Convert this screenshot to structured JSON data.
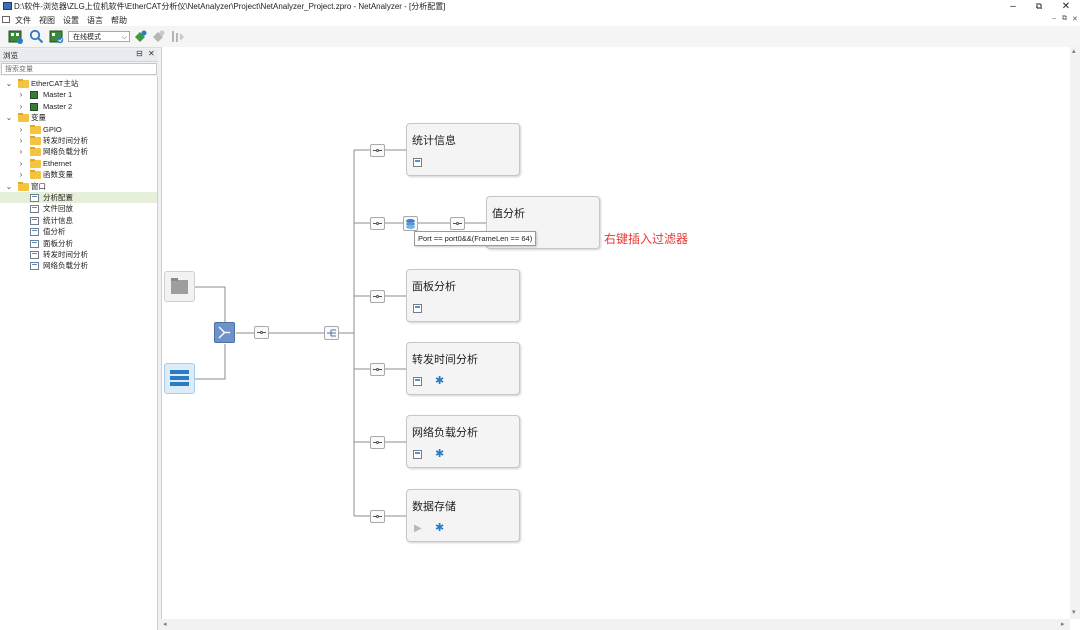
{
  "window": {
    "title": "D:\\软件-浏览器\\ZLG上位机软件\\EtherCAT分析仪\\NetAnalyzer\\Project\\NetAnalyzer_Project.zpro - NetAnalyzer - [分析配置]",
    "controls": {
      "minimize": "–",
      "restore": "⧉",
      "close": "✕"
    }
  },
  "menubar": {
    "items": [
      "文件",
      "视图",
      "设置",
      "语言",
      "帮助"
    ],
    "mdi_controls": [
      "–",
      "⧉",
      "✕"
    ]
  },
  "toolbar": {
    "mode_value": "在线模式",
    "icons": [
      "device-config-icon",
      "search-icon",
      "device-connect-icon",
      "plugin-icon",
      "plugin-disabled-icon",
      "record-disabled-icon"
    ]
  },
  "browser_panel": {
    "title": "浏览",
    "pin": "⊟",
    "close": "✕",
    "search_placeholder": "搜索变量",
    "tree": [
      {
        "label": "EtherCAT主站",
        "level": 0,
        "expanded": true,
        "icon": "folder-icon"
      },
      {
        "label": "Master 1",
        "level": 1,
        "expanded": false,
        "icon": "chip-icon"
      },
      {
        "label": "Master 2",
        "level": 1,
        "expanded": false,
        "icon": "chip-icon"
      },
      {
        "label": "变量",
        "level": 0,
        "expanded": true,
        "icon": "folder-icon"
      },
      {
        "label": "GPIO",
        "level": 1,
        "expanded": false,
        "icon": "folder-icon"
      },
      {
        "label": "转发时间分析",
        "level": 1,
        "expanded": false,
        "icon": "folder-icon"
      },
      {
        "label": "网络负载分析",
        "level": 1,
        "expanded": false,
        "icon": "folder-icon"
      },
      {
        "label": "Ethernet",
        "level": 1,
        "expanded": false,
        "icon": "folder-icon"
      },
      {
        "label": "函数变量",
        "level": 1,
        "expanded": false,
        "icon": "folder-icon"
      },
      {
        "label": "窗口",
        "level": 0,
        "expanded": true,
        "icon": "folder-icon"
      },
      {
        "label": "分析配置",
        "level": 1,
        "selected": true,
        "icon": "window-icon"
      },
      {
        "label": "文件回放",
        "level": 1,
        "icon": "window-icon"
      },
      {
        "label": "统计信息",
        "level": 1,
        "icon": "window-icon"
      },
      {
        "label": "值分析",
        "level": 1,
        "icon": "window-icon"
      },
      {
        "label": "面板分析",
        "level": 1,
        "icon": "window-icon"
      },
      {
        "label": "转发时间分析",
        "level": 1,
        "icon": "window-icon"
      },
      {
        "label": "网络负载分析",
        "level": 1,
        "icon": "window-icon"
      }
    ]
  },
  "canvas": {
    "cards": [
      {
        "title": "统计信息",
        "icons": [
          "stats-window-icon"
        ]
      },
      {
        "title": "值分析",
        "icons": []
      },
      {
        "title": "面板分析",
        "icons": [
          "panel-window-icon"
        ]
      },
      {
        "title": "转发时间分析",
        "icons": [
          "window-icon",
          "gear-icon"
        ]
      },
      {
        "title": "网络负载分析",
        "icons": [
          "window-icon",
          "gear-icon"
        ]
      },
      {
        "title": "数据存储",
        "icons": [
          "play-icon",
          "gear-icon"
        ]
      }
    ],
    "filter_tooltip": "Port == port0&&(FrameLen == 64)",
    "annotation": "右键插入过滤器",
    "annotation_color": "#e53935"
  }
}
